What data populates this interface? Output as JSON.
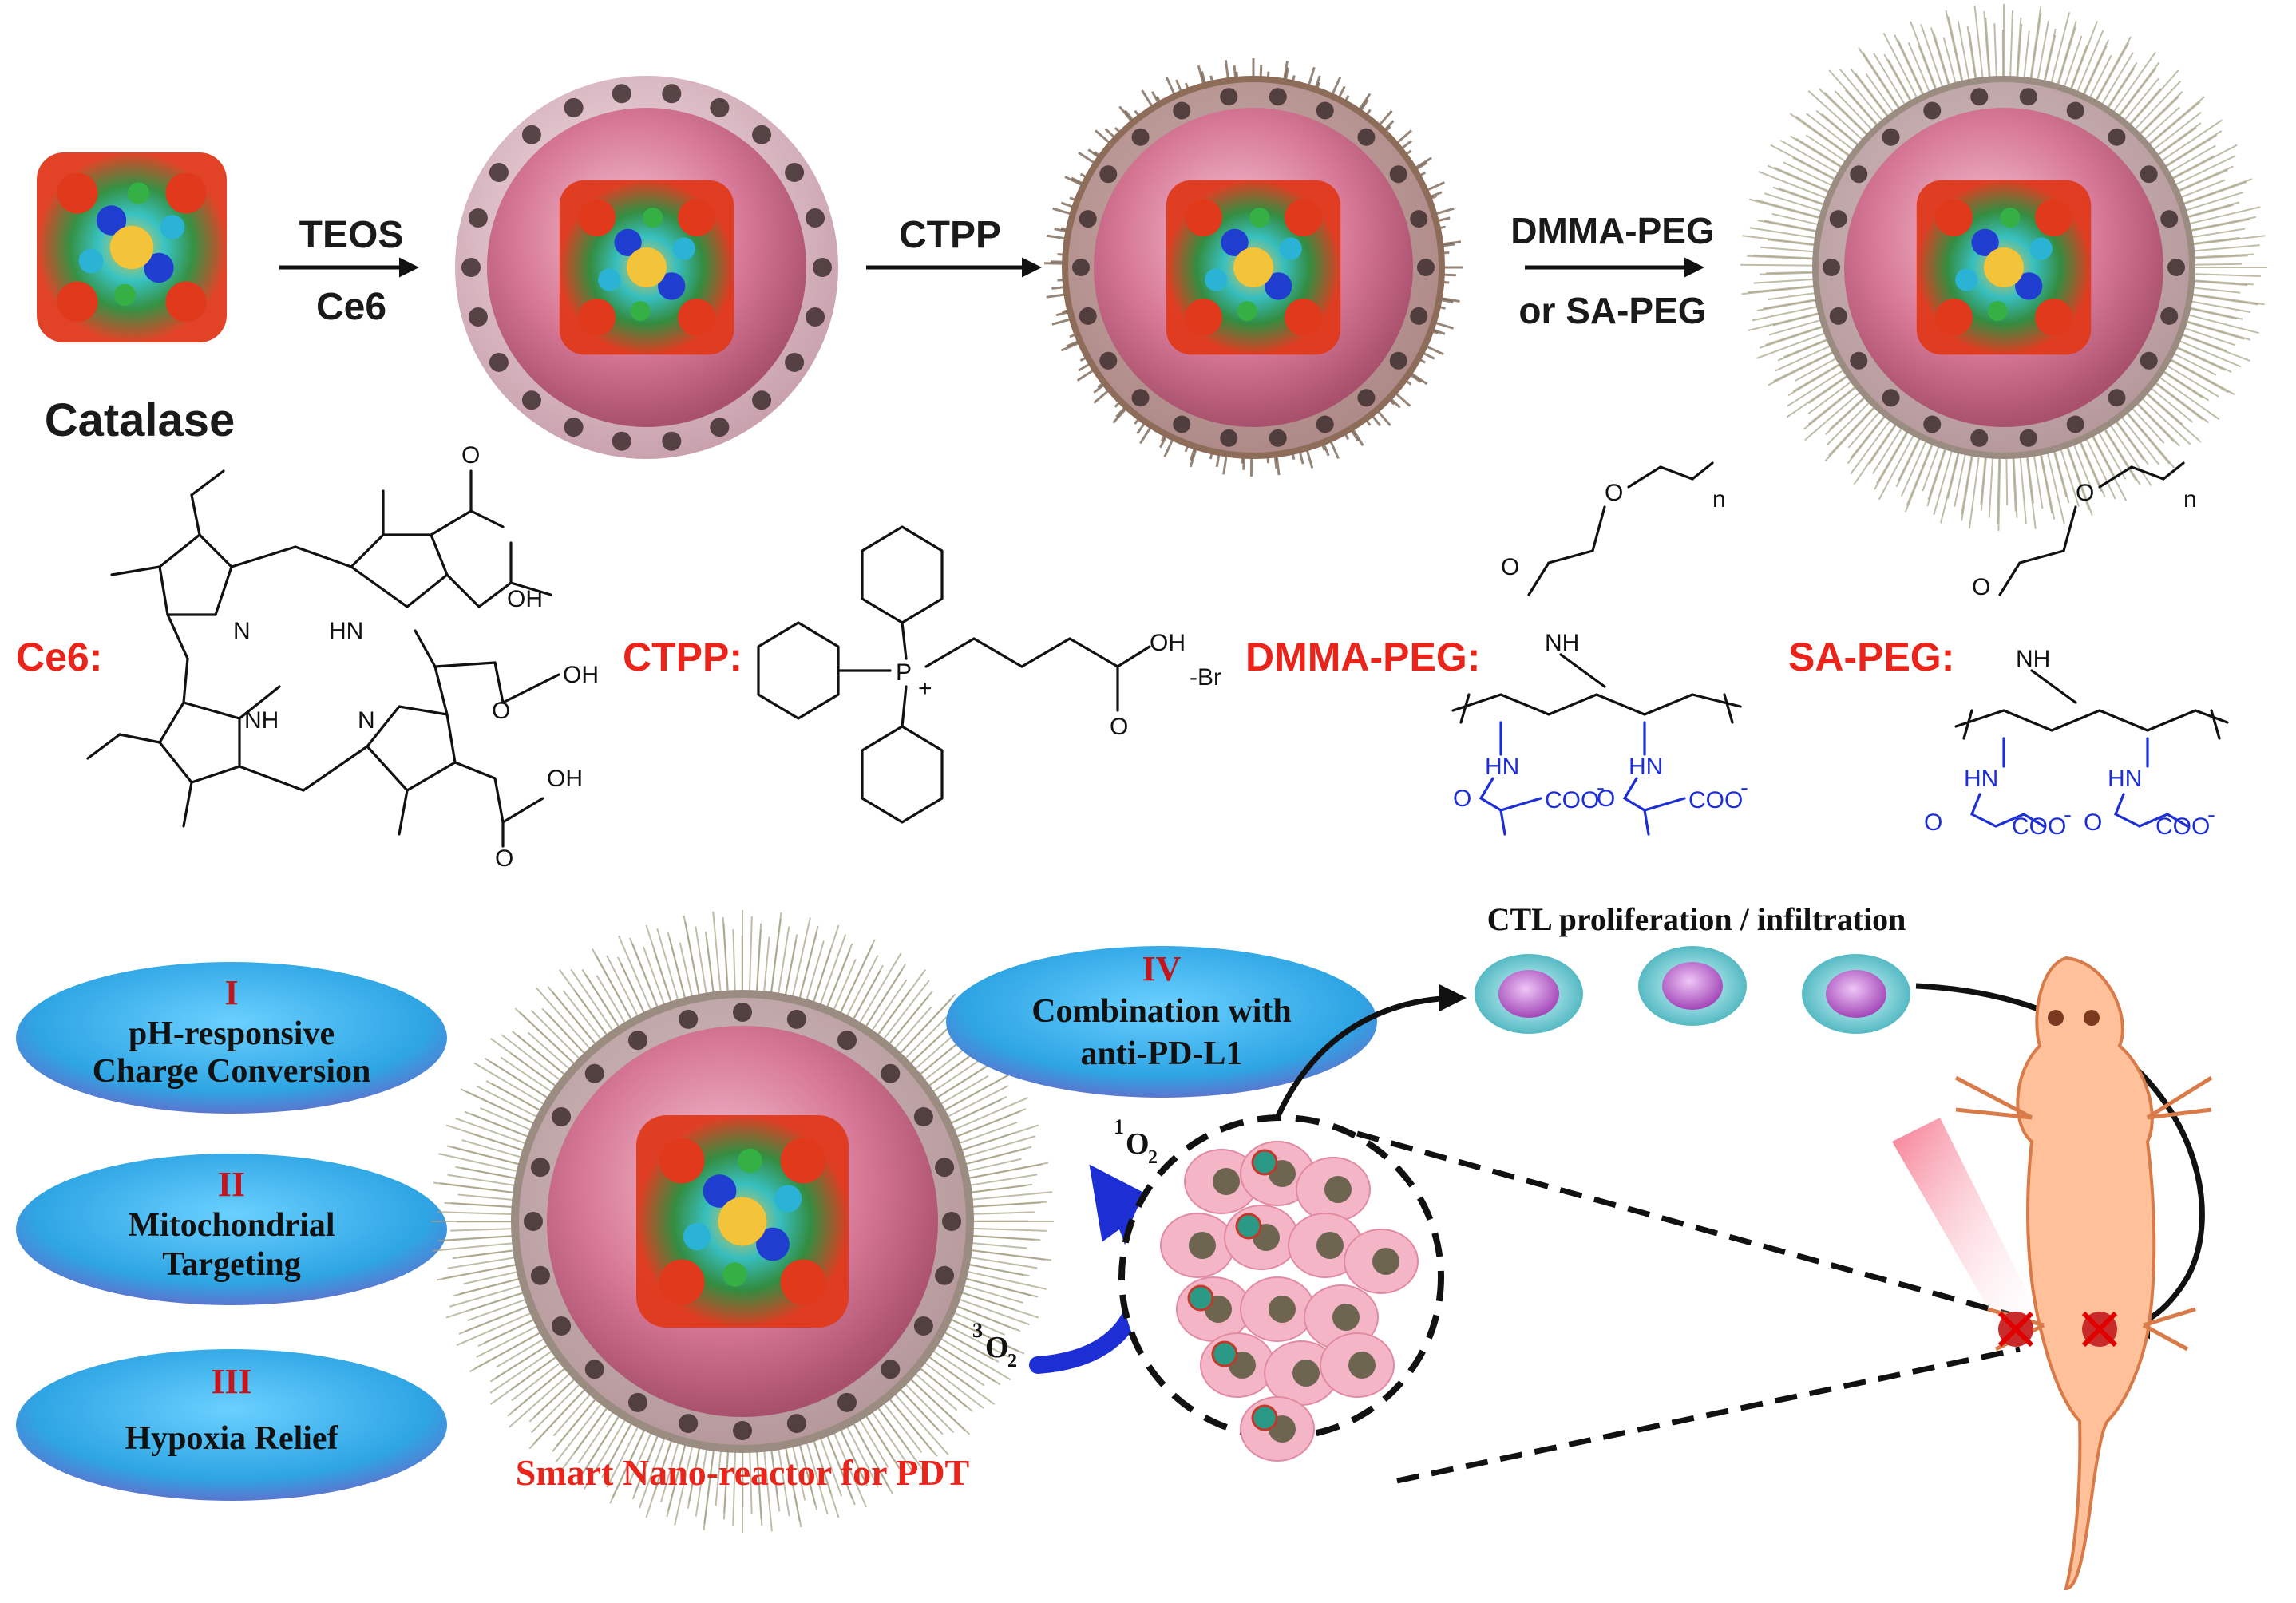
{
  "synthesis": {
    "catalase_label": "Catalase",
    "step1_top": "TEOS",
    "step1_bottom": "Ce6",
    "step2": "CTPP",
    "step3_top": "DMMA-PEG",
    "step3_bottom": "or SA-PEG"
  },
  "structures": {
    "ce6_label": "Ce6:",
    "ctpp_label": "CTPP:",
    "dmma_label": "DMMA-PEG:",
    "sa_label": "SA-PEG:",
    "atoms": {
      "n": "N",
      "hn": "HN",
      "nh": "NH",
      "oh": "OH",
      "o": "O",
      "p": "P",
      "br": "-Br",
      "plus": "+",
      "coo": "COO",
      "minus": "-",
      "n_index": "n"
    }
  },
  "features": [
    {
      "numeral": "I",
      "line1": "pH-responsive",
      "line2": "Charge Conversion"
    },
    {
      "numeral": "II",
      "line1": "Mitochondrial",
      "line2": "Targeting"
    },
    {
      "numeral": "III",
      "line1": "Hypoxia Relief",
      "line2": ""
    },
    {
      "numeral": "IV",
      "line1": "Combination with",
      "line2": "anti-PD-L1"
    }
  ],
  "nanoreactor_caption": "Smart Nano-reactor for PDT",
  "ctl_label": "CTL proliferation / infiltration",
  "oxygen": {
    "singlet": "O",
    "singlet_sup": "1",
    "singlet_sub": "2",
    "triplet": "O",
    "triplet_sup": "3",
    "triplet_sub": "2"
  },
  "colors": {
    "red_label": "#e8241b",
    "ellipse_blue": "#2fa8e6",
    "numeral_red": "#c4151c",
    "chem_blue": "#1d2fd4",
    "shell_pink": "#cf6f8f",
    "mouse_fill": "#ffc09a"
  }
}
